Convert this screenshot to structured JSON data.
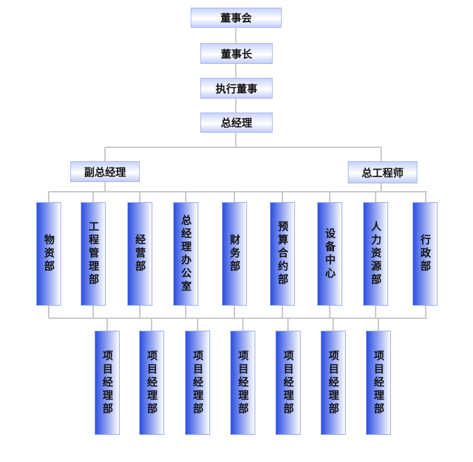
{
  "top": {
    "board": "董事会",
    "chairman": "董事长",
    "executive_director": "执行董事",
    "general_manager": "总经理"
  },
  "deputies": {
    "deputy_gm": "副总经理",
    "chief_engineer": "总工程师"
  },
  "departments": [
    "物资部",
    "工程管理部",
    "经营部",
    "总经理办公室",
    "财务部",
    "预算合约部",
    "设备中心",
    "人力资源部",
    "行政部"
  ],
  "projects": [
    "项目经理部",
    "项目经理部",
    "项目经理部",
    "项目经理部",
    "项目经理部",
    "项目经理部",
    "项目经理部"
  ]
}
